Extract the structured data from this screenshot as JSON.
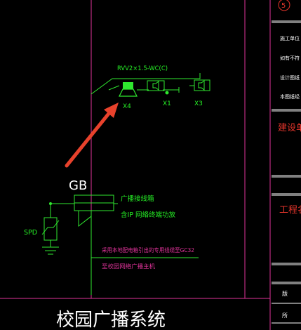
{
  "drawing": {
    "cable_label": "RVV2×1.5-WC(C)",
    "device_labels": {
      "x4": "X4",
      "x1": "X1",
      "x3": "X3"
    },
    "gb_label": "GB",
    "junction_label_line1": "广播接线箱",
    "junction_label_line2": "含IP 网络终端功放",
    "spd_label": "SPD",
    "cable_note_line1": "采用本地配电箱引出的专用线缆至GC32",
    "cable_note_line2": "至校园网络广播主机",
    "footer_title": "校园广播系统"
  },
  "title_block": {
    "sheet_no": "5",
    "notes": [
      "施工单位",
      "如有不符",
      "设计图纸",
      "本图纸经"
    ],
    "construction_unit": "建设单",
    "project_name": "工程名",
    "row_label_1": "版",
    "row_label_2": "所"
  },
  "colors": {
    "background": "#000000",
    "frame": "#e0339a",
    "wire": "#2fe82f",
    "label_text": "#26f026",
    "label_text_title": "#ffffff",
    "red_text": "#e5352b",
    "arrow": "#e8422c",
    "title_block_line": "#ffffff"
  }
}
